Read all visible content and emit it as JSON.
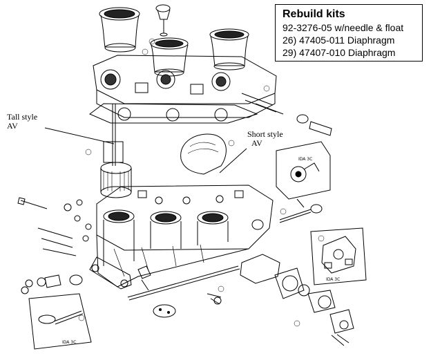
{
  "rebuild_kits": {
    "title": "Rebuild kits",
    "lines": [
      "92-3276-05 w/needle & float",
      "26) 47405-011 Diaphragm",
      "29) 47407-010 Diaphragm"
    ]
  },
  "labels": {
    "tall_style": [
      "Tall style",
      "AV"
    ],
    "short_style": [
      "Short style",
      "AV"
    ]
  },
  "inset_labels": {
    "top_right": "IDA 3C",
    "middle_right": "IDA 3C",
    "bottom_left": "IDA 3C"
  }
}
